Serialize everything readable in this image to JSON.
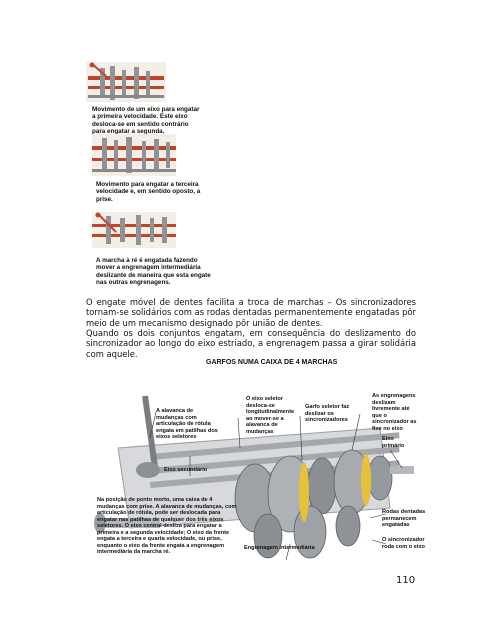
{
  "captions": {
    "c1": "Movimento de um eixo para engatar a primeira velocidade. Este eixo desloca-se em sentido contrário para engatar a segunda.",
    "c2": "Movimento para engatar a terceira velocidade e, em sentido oposto, a prise.",
    "c3": "A marcha à ré é engatada fazendo mover a engrenagem intermediária deslizante de maneira que esta engate nas outras engrenagens."
  },
  "body_text": {
    "p1": "O engate móvel de dentes facilita a troca de marchas – Os sincronizadores tornam-se solidários com as rodas dentadas permanentemente engatadas pôr meio de um mecanismo designado pôr união de dentes.",
    "p2": "Quando os dois conjuntos engatam, em consequência do deslizamento do sincronizador ao longo do eixo estriado, a engrenagem passa a girar solidária com aquele."
  },
  "figure2": {
    "title": "GARFOS NUMA CAIXA DE 4 MARCHAS",
    "labels": {
      "alavanca": "A alavanca de mudanças com articulação de rótula engata em patilhas dos eixos seletores",
      "eixo_seletor": "O eixo seletor desloca-se longitudinalmente ao mover-se a alavanca de mudanças",
      "garfo": "Garfo seletor faz deslizar os sincronizadores",
      "engrenagens": "As engrenagens deslizam livremente até que o sincronizador as fixe no eixo",
      "eixo_primario": "Eixo primário",
      "eixo_secundario": "Eixo secundário",
      "rodas": "Rodas dentadas permanecem engatadas",
      "sincronizador": "O sincronizador roda com o eixo",
      "intermediaria": "Engrenagem intermediária",
      "ponto_morto": "Na posição de ponto morto, uma caixa de 4 mudanças com prise. A alavanca de mudanças, com articulação de rótula, pode ser deslocada para engatar nas patilhas de qualquer dos três eixos seletores. O eixo central desliza para engatar a primeira e a segunda velocidade; O eixo da frente engata a terceira e quarta velocidade, ou prise, enquanto o eixo da frente engata a engrenagem intermediária da marcha ré."
    }
  },
  "page_number": "110",
  "colors": {
    "shaft_red": "#c0442a",
    "metal": "#b9bcc0",
    "gear_dark": "#6f7378",
    "yellow": "#e5c23a"
  }
}
